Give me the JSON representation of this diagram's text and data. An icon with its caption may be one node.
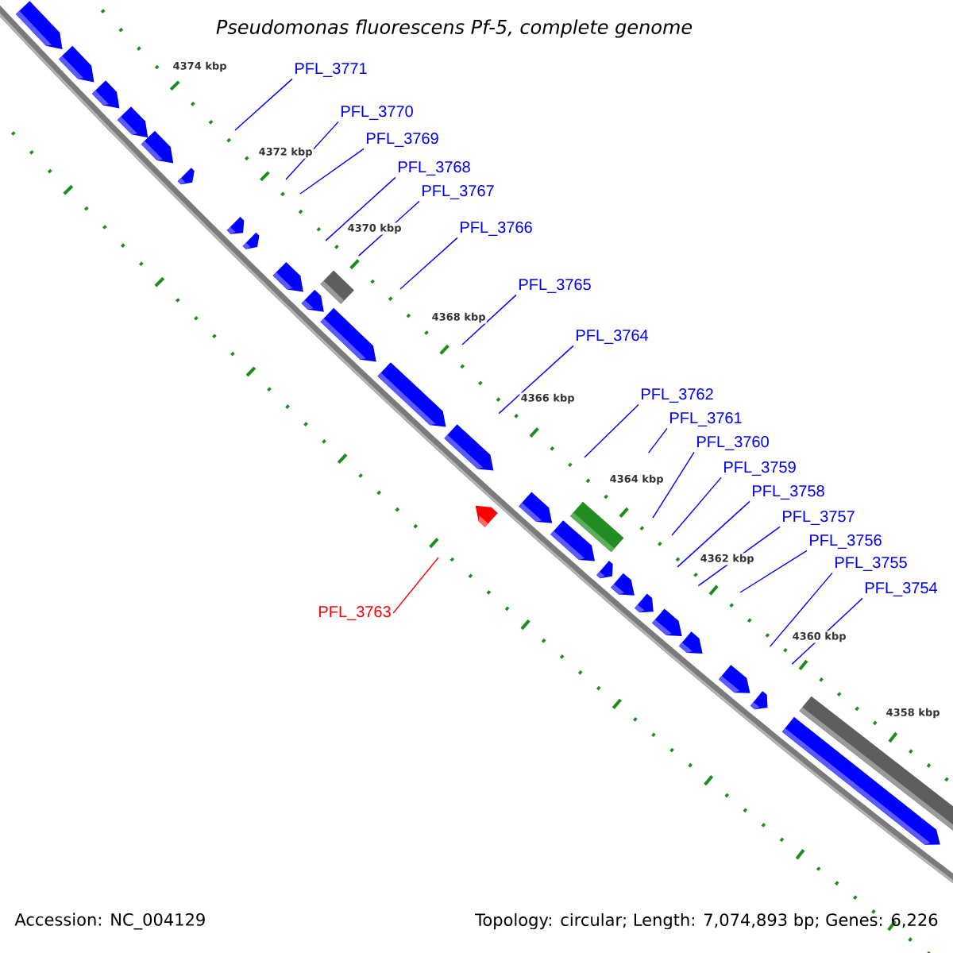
{
  "diagram": {
    "title": "Pseudomonas fluorescens Pf-5, complete genome",
    "nodes": [
      {
        "text": [
          "PFL_3771"
        ]
      },
      {
        "text": [
          "PFL_3770"
        ]
      },
      {
        "text": [
          "PFL_3769"
        ]
      },
      {
        "text": [
          "PFL_3768"
        ]
      },
      {
        "text": [
          "PFL_3767"
        ]
      },
      {
        "text": [
          "PFL_3766"
        ]
      },
      {
        "text": [
          "PFL_3765"
        ]
      },
      {
        "text": [
          "PFL_3764"
        ]
      },
      {
        "text": [
          "PFL_3762"
        ]
      },
      {
        "text": [
          "PFL_3761"
        ]
      },
      {
        "text": [
          "PFL_3760"
        ]
      },
      {
        "text": [
          "PFL_3759"
        ]
      },
      {
        "text": [
          "PFL_3758"
        ]
      },
      {
        "text": [
          "PFL_3757"
        ]
      },
      {
        "text": [
          "PFL_3756"
        ]
      },
      {
        "text": [
          "PFL_3755"
        ]
      },
      {
        "text": [
          "PFL_3754"
        ]
      },
      {
        "text": [
          "PFL_3763"
        ]
      }
    ],
    "edges": [
      {
        "from": 0,
        "to": null,
        "arrow": "none"
      },
      {
        "from": 1,
        "to": null,
        "arrow": "none"
      },
      {
        "from": 2,
        "to": null,
        "arrow": "none"
      },
      {
        "from": 3,
        "to": null,
        "arrow": "none"
      },
      {
        "from": 4,
        "to": null,
        "arrow": "none"
      },
      {
        "from": 5,
        "to": null,
        "arrow": "none"
      },
      {
        "from": 6,
        "to": null,
        "arrow": "none"
      },
      {
        "from": 7,
        "to": null,
        "arrow": "none"
      },
      {
        "from": 8,
        "to": null,
        "arrow": "none"
      },
      {
        "from": 9,
        "to": null,
        "arrow": "none"
      },
      {
        "from": 10,
        "to": null,
        "arrow": "none"
      },
      {
        "from": 11,
        "to": null,
        "arrow": "none"
      },
      {
        "from": 12,
        "to": null,
        "arrow": "none"
      },
      {
        "from": 13,
        "to": null,
        "arrow": "none"
      },
      {
        "from": 14,
        "to": null,
        "arrow": "none"
      },
      {
        "from": 15,
        "to": null,
        "arrow": "none"
      },
      {
        "from": 16,
        "to": null,
        "arrow": "none"
      },
      {
        "from": 17,
        "to": null,
        "arrow": "none",
        "color": "#ff0000"
      }
    ],
    "labels": [
      "4374 kbp",
      "4372 kbp",
      "4370 kbp",
      "4368 kbp",
      "4366 kbp",
      "4364 kbp",
      "4362 kbp",
      "4360 kbp",
      "4358 kbp",
      "Accession: NC_004129",
      "Topology: circular; Length: 7,074,893 bp; Genes: 6,226"
    ]
  }
}
